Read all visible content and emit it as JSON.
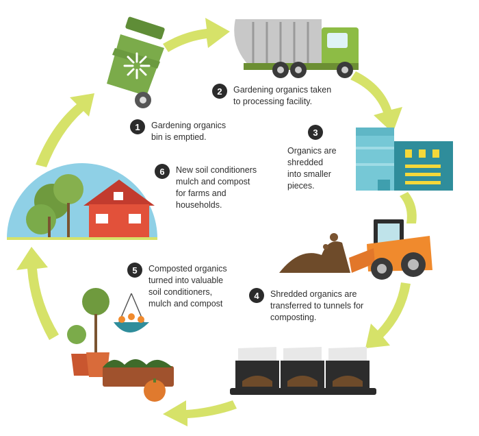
{
  "diagram": {
    "type": "cycle",
    "colors": {
      "arrow": "#d6e269",
      "badge": "#2b2b2b",
      "bin_green": "#7bab4a",
      "truck_green": "#8dbc45",
      "facility_blue": "#76c8d6",
      "facility_teal": "#2f8d9b",
      "loader_orange": "#f08a2d",
      "house_red": "#e2513a"
    },
    "icons": [
      "green-waste-bin-icon",
      "garbage-truck-icon",
      "processing-facility-icon",
      "skid-steer-loader-icon",
      "composting-tunnels-icon",
      "potted-plants-icon",
      "house-with-trees-icon"
    ],
    "steps": [
      {
        "number": "1",
        "text": "Gardening organics\nbin is emptied."
      },
      {
        "number": "2",
        "text": "Gardening organics taken\nto processing facility."
      },
      {
        "number": "3",
        "text": "Organics are\nshredded\ninto smaller\npieces."
      },
      {
        "number": "4",
        "text": "Shredded organics are\ntransferred to tunnels for\ncomposting."
      },
      {
        "number": "5",
        "text": "Composted organics\nturned into valuable\nsoil conditioners,\nmulch and compost"
      },
      {
        "number": "6",
        "text": "New soil conditioners\nmulch and compost\nfor farms and\nhouseholds."
      }
    ]
  }
}
